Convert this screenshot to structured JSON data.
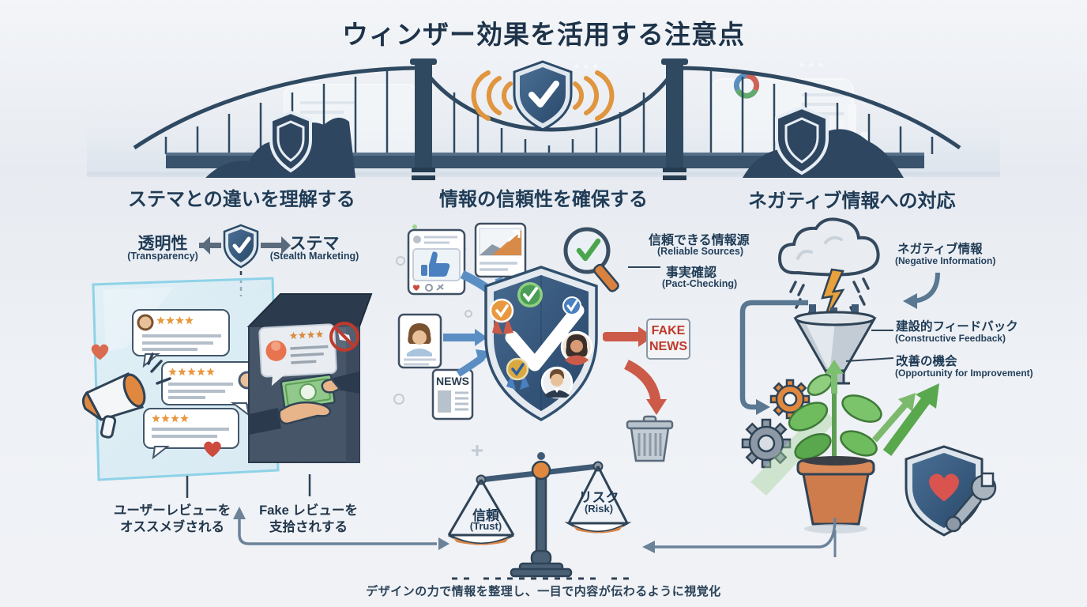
{
  "title": "ウィンザー効果を活用する注意点",
  "footer": "デザインの力で情報を整理し、一目で内容が伝わるように視覚化",
  "left": {
    "heading": "ステマとの違いを理解する",
    "transparency": {
      "jp": "透明性",
      "en": "(Transparency)"
    },
    "stealth": {
      "jp": "ステマ",
      "en": "(Stealth Marketing)"
    },
    "user_review": {
      "line1": "ユーザーレビューを",
      "line2": "オススメヺされる"
    },
    "fake_review": {
      "line1": "Fake レビューを",
      "line2": "支拾されする"
    }
  },
  "middle": {
    "heading": "情報の信頼性を確保する",
    "reliable": {
      "jp": "信頼できる情報源",
      "en": "(Reliable Sources)"
    },
    "fact": {
      "jp": "事実確認",
      "en": "(Pact-Checking)"
    },
    "news_card_label": "NEWS",
    "fake_news": {
      "line1": "FAKE",
      "line2": "NEWS"
    }
  },
  "right": {
    "heading": "ネガティブ情報への対応",
    "negative": {
      "jp": "ネガティブ情報",
      "en": "(Negative Information)"
    },
    "feedback": {
      "jp": "建設的フィードバック",
      "en": "(Constructive Feedback)"
    },
    "improvement": {
      "jp": "改善の機会",
      "en": "(Opportunity for Improvement)"
    }
  },
  "scale": {
    "trust": {
      "jp": "信頼",
      "en": "(Trust)"
    },
    "risk": {
      "jp": "リスク",
      "en": "(Risk)"
    }
  },
  "colors": {
    "heading": "#1e3a54",
    "accent_orange": "#e0953f",
    "alert_red": "#c0392b",
    "trust_blue": "#35597c",
    "growth_green": "#5aa84e"
  }
}
